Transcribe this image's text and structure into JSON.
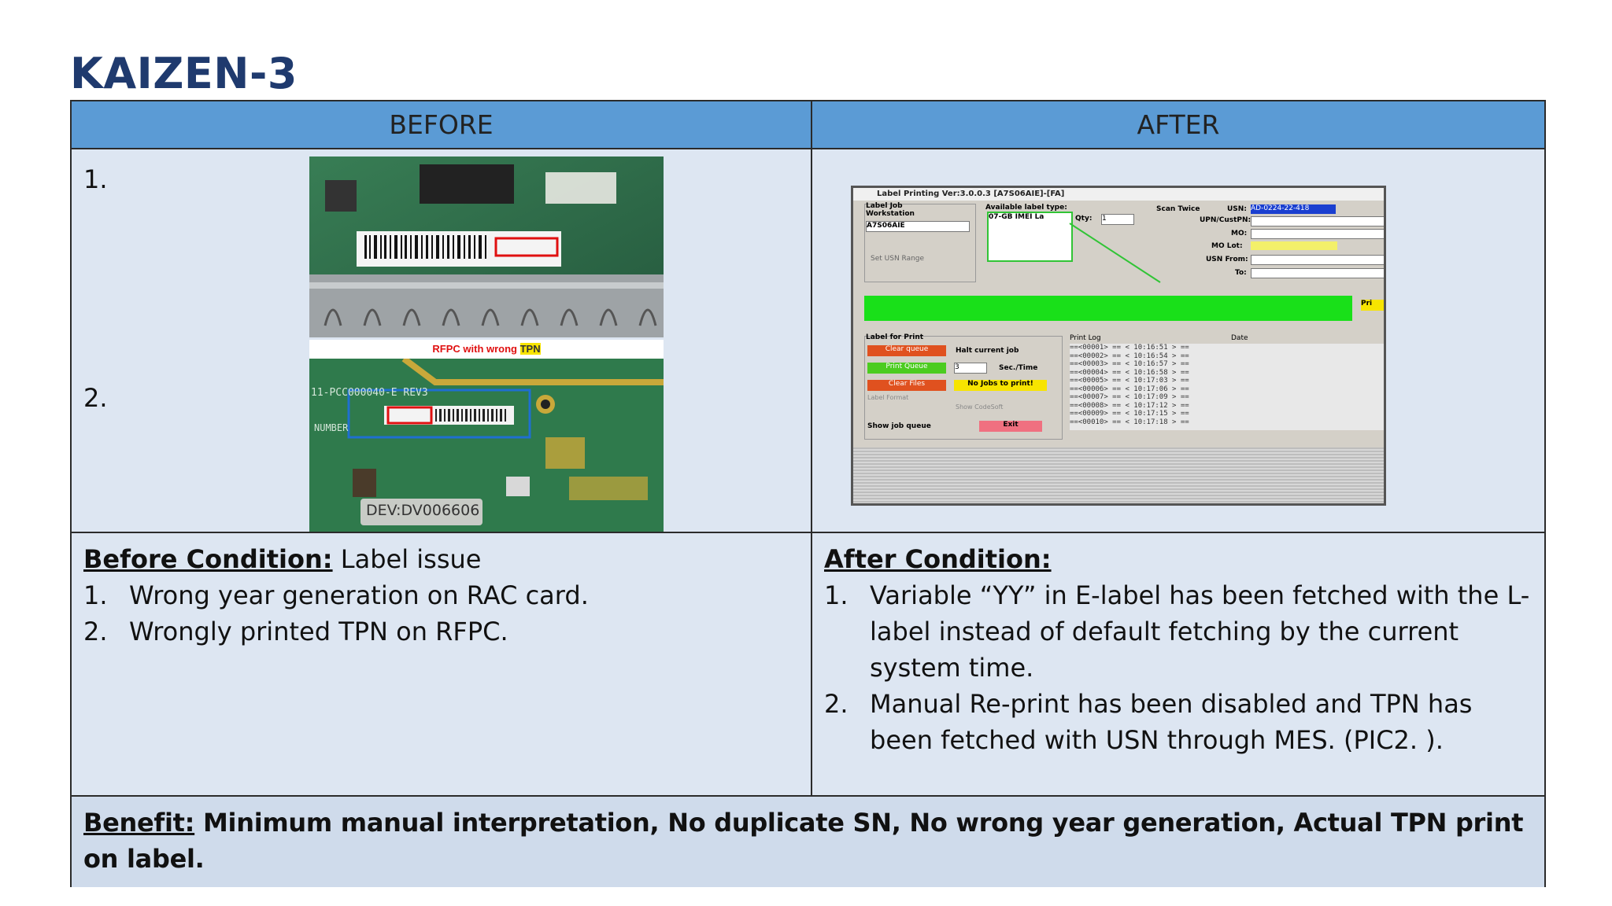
{
  "title": "KAIZEN-3",
  "header": {
    "before": "BEFORE",
    "after": "AFTER"
  },
  "before_images": {
    "num1": "1.",
    "num2": "2.",
    "pcb2_caption_a": "RFPC with wrong ",
    "pcb2_caption_b": "TPN",
    "pcb2_silk_1": "11-PCC000040-E  REV3",
    "pcb2_silk_2": "NUMBER",
    "pcb2_dev": "DEV:DV006606"
  },
  "after_screenshot": {
    "window_title": "Label Printing Ver:3.0.0.3 [A7S06AIE]-[FA]",
    "label_job": "Label Job",
    "workstation": "Workstation",
    "workstation_value": "A7S06AIE",
    "set_usn_range": "Set USN Range",
    "available_label_type": "Available label type:",
    "label_type_value": "07-GB IMEI La",
    "qty_label": "Qty:",
    "qty_value": "1",
    "scan_twice": "Scan Twice",
    "usn_label": "USN:",
    "usn_value": "AD-0224-22-418",
    "upn_label": "UPN/CustPN:",
    "mo_label": "MO:",
    "mo_lot_label": "MO Lot:",
    "usn_from_label": "USN From:",
    "to_label": "To:",
    "print_button": "Pri",
    "label_for_print": "Label for Print",
    "clear_queue": "Clear queue",
    "print_queue": "Print Queue",
    "clear_files": "Clear Files",
    "halt_job": "Halt current job",
    "sec_time": "Sec./Time",
    "sec_value": "3",
    "no_jobs": "No Jobs to print!",
    "label_format": "Label Format",
    "show_code_soft": "Show CodeSoft",
    "show_job_queue": "Show job queue",
    "exit": "Exit",
    "print_log": "Print Log",
    "date_label": "Date",
    "log_lines": [
      "==<00001> == < 10:16:51 > ==",
      "==<00002> == < 10:16:54 > ==",
      "==<00003> == < 10:16:57 > ==",
      "==<00004> == < 10:16:58 > ==",
      "==<00005> == < 10:17:03 > ==",
      "==<00006> == < 10:17:06 > ==",
      "==<00007> == < 10:17:09 > ==",
      "==<00008> == < 10:17:12 > ==",
      "==<00009> == < 10:17:15 > ==",
      "==<00010> == < 10:17:18 > =="
    ]
  },
  "before_condition": {
    "label": "Before Condition:",
    "value": " Label issue",
    "items": [
      {
        "n": "1.",
        "text": "Wrong year generation on RAC card."
      },
      {
        "n": "2.",
        "text": "Wrongly printed TPN on RFPC."
      }
    ]
  },
  "after_condition": {
    "label": "After Condition:",
    "items": [
      {
        "n": "1.",
        "text": "Variable “YY” in E-label has been fetched with the L-label instead of default fetching by the current system time."
      },
      {
        "n": "2.",
        "text": "Manual Re-print has been disabled and TPN has been fetched with USN through MES. (PIC2. )."
      }
    ]
  },
  "benefit": {
    "label": "Benefit:",
    "text": " Minimum manual interpretation, No duplicate SN, No wrong year generation, Actual TPN print on label."
  }
}
